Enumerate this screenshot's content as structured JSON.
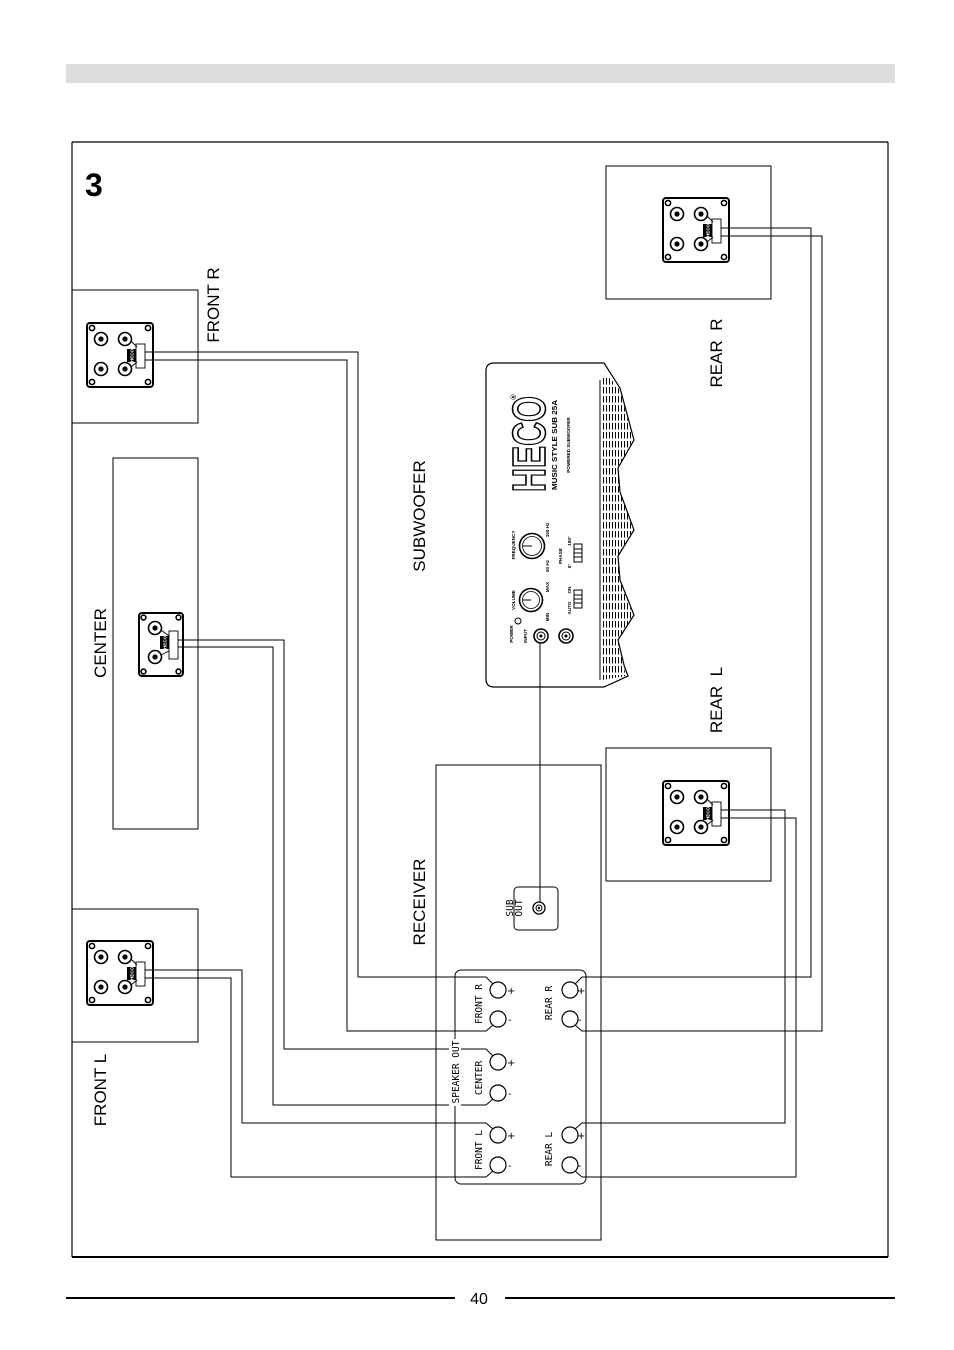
{
  "figure_number": "3",
  "page_number": "40",
  "speaker_labels": {
    "front_r": "FRONT R",
    "center": "CENTER",
    "front_l": "FRONT L",
    "rear_r": "REAR  R",
    "rear_l": "REAR  L"
  },
  "component_labels": {
    "subwoofer": "SUBWOOFER",
    "receiver": "RECEIVER"
  },
  "plate_logo": "HECO",
  "subwoofer_panel": {
    "brand": "HECO",
    "registered": "®",
    "model": "MUSIC STYLE SUB 25A",
    "subtitle": "POWERED SUBWOOFER",
    "frequency": "FREQUENCY",
    "freq_min": "50 Hz",
    "freq_max": "150 Hz",
    "phase": "PHASE",
    "phase_0": "0°",
    "phase_180": "180°",
    "volume": "VOLUME",
    "vol_min": "MIN",
    "vol_max": "MAX",
    "auto": "AUTO",
    "on": "ON",
    "power": "POWER",
    "input": "INPUT"
  },
  "receiver_panel": {
    "sub_out_line1": "SUB",
    "sub_out_line2": "OUT",
    "speaker_out": "SPEAKER OUT",
    "channels": {
      "front_r": "FRONT R",
      "center": "CENTER",
      "front_l": "FRONT L",
      "rear_r": "REAR R",
      "rear_l": "REAR L"
    },
    "plus": "+",
    "minus": "-"
  }
}
